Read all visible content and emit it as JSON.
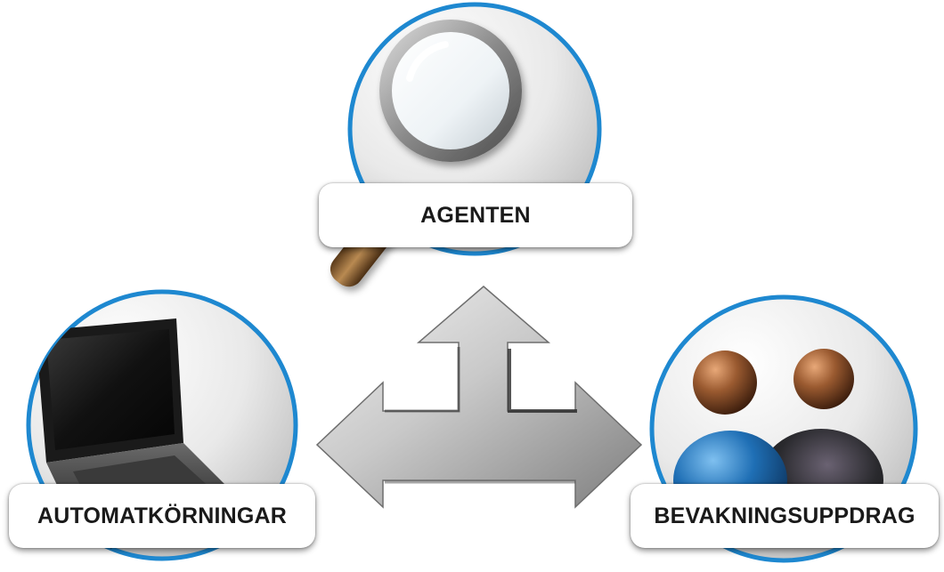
{
  "nodes": {
    "top": {
      "label": "AGENTEN",
      "icon": "magnifying-glass-icon"
    },
    "left": {
      "label": "AUTOMATKÖRNINGAR",
      "icon": "laptop-icon"
    },
    "right": {
      "label": "BEVAKNINGSUPPDRAG",
      "icon": "users-icon"
    }
  },
  "connector": {
    "icon": "three-way-arrow-icon"
  },
  "colors": {
    "ring": "#1e88d0",
    "arrow_light": "#e8e8e8",
    "arrow_dark": "#8a8a8a",
    "person_front": "#1f6fb5",
    "person_back": "#2a2a2e",
    "head": "#8a5030"
  }
}
